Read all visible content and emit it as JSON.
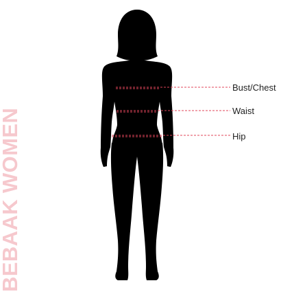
{
  "brand": {
    "watermark_text": "BEBAAK WOMEN",
    "watermark_color": "#f6c8cd"
  },
  "colors": {
    "silhouette": "#000000",
    "guide_line": "#e0455a",
    "label_text": "#222222"
  },
  "measurements": [
    {
      "key": "bust",
      "label": "Bust/Chest"
    },
    {
      "key": "waist",
      "label": "Waist"
    },
    {
      "key": "hip",
      "label": "Hip"
    }
  ]
}
